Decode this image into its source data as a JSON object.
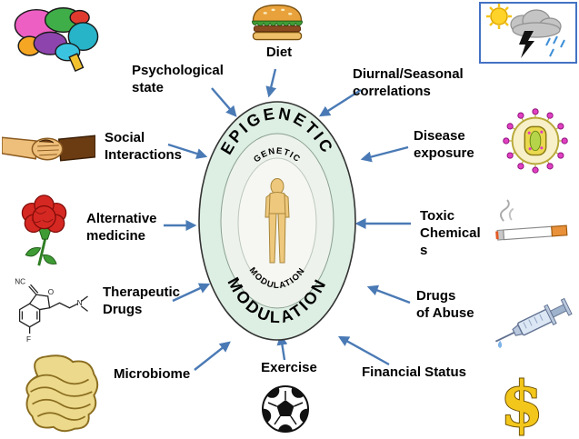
{
  "title": "Epigenetic modulation diagram",
  "center": {
    "outer_top": "EPIGENETIC",
    "outer_bottom": "MODULATION",
    "inner_top": "GENETIC",
    "inner_bottom": "MODULATION"
  },
  "labels": {
    "psychological": "Psychological\nstate",
    "diet": "Diet",
    "diurnal": "Diurnal/Seasonal\ncorrelations",
    "social": "Social\nInteractions",
    "disease": "Disease\nexposure",
    "alternative": "Alternative\nmedicine",
    "toxic": "Toxic\nChemical\ns",
    "therapeutic": "Therapeutic\nDrugs",
    "drugs_abuse": "Drugs\nof Abuse",
    "microbiome": "Microbiome",
    "exercise": "Exercise",
    "financial": "Financial Status"
  },
  "icons": {
    "brain": "colorful cartoon brain",
    "hamburger": "hamburger",
    "weather": "sun with storm cloud, lightning and rain",
    "handshake": "handshake",
    "virus": "virus particle with spikes",
    "flower": "red carnation flower",
    "cigarette": "lit cigarette with smoke",
    "molecule": "chemical structure drawing",
    "syringe": "syringe",
    "intestine": "intestines",
    "soccer_ball": "soccer ball",
    "dollar": "dollar sign"
  },
  "molecule_labels": {
    "nitrile": "NC",
    "oxygen": "O",
    "nitrogen": "N",
    "fluorine": "F"
  },
  "dollar_glyph": "$",
  "colors": {
    "arrow": "#4a7ab5",
    "outer_ellipse_fill": "#ddeee3",
    "outer_ellipse_stroke": "#333333",
    "inner_ellipse_fill": "#edf3ec",
    "figure_fill": "#eec87c"
  }
}
